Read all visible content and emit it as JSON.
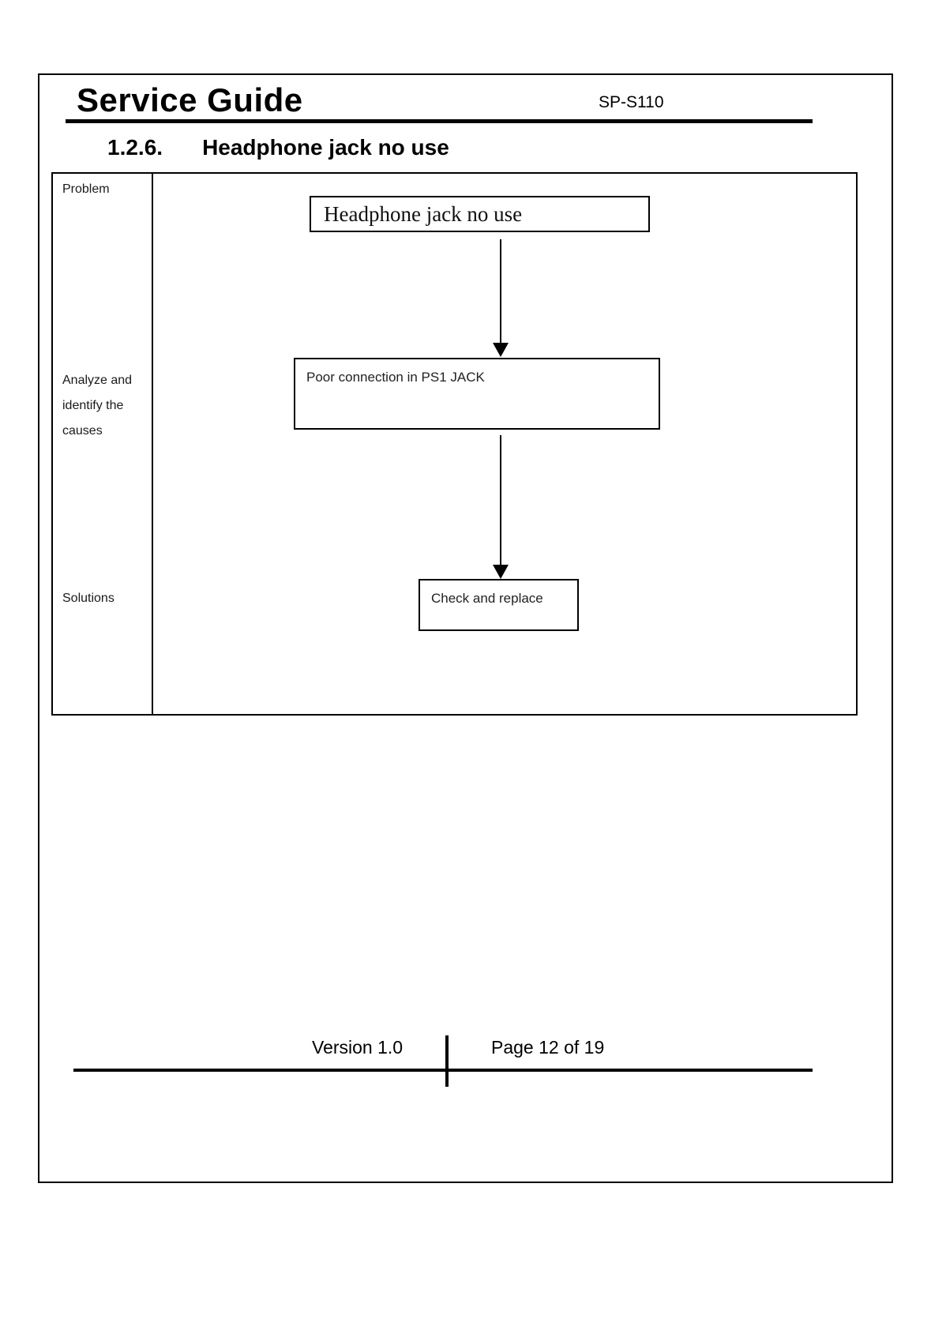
{
  "header": {
    "title": "Service Guide",
    "model": "SP-S110"
  },
  "section": {
    "number": "1.2.6.",
    "title": "Headphone jack no use"
  },
  "diagram": {
    "row_labels": [
      "Problem",
      "Analyze and identify the causes",
      "Solutions"
    ],
    "nodes": {
      "problem": "Headphone jack no use",
      "cause": "Poor connection in PS1 JACK",
      "solution": "Check and replace"
    }
  },
  "footer": {
    "version": "Version 1.0",
    "page": "Page 12 of 19"
  }
}
